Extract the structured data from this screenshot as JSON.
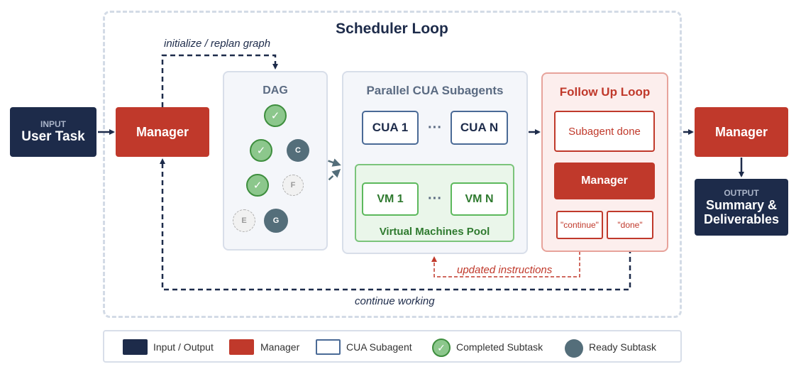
{
  "scheduler_title": "Scheduler Loop",
  "edge_labels": {
    "replan": "initialize / replan graph",
    "updated": "updated instructions",
    "continue": "continue working"
  },
  "input": {
    "caption": "INPUT",
    "label": "User Task"
  },
  "manager_left": {
    "label": "Manager"
  },
  "dag": {
    "title": "DAG",
    "nodes": [
      {
        "id": "A",
        "status": "completed",
        "label": "✓"
      },
      {
        "id": "B",
        "status": "completed",
        "label": "✓"
      },
      {
        "id": "C",
        "status": "ready",
        "label": "C"
      },
      {
        "id": "D",
        "status": "completed",
        "label": "✓"
      },
      {
        "id": "F",
        "status": "pending",
        "label": "F"
      },
      {
        "id": "E",
        "status": "pending",
        "label": "E"
      },
      {
        "id": "G",
        "status": "ready",
        "label": "G"
      }
    ]
  },
  "cua_panel": {
    "title": "Parallel CUA Subagents",
    "cua1": "CUA 1",
    "cuan": "CUA N",
    "ellipsis": "···",
    "vm1": "VM 1",
    "vmn": "VM N",
    "pool_label": "Virtual Machines Pool"
  },
  "followup": {
    "title": "Follow Up Loop",
    "subagent_done": "Subagent done",
    "manager": "Manager",
    "continue": "\"continue\"",
    "done": "\"done\""
  },
  "manager_right": {
    "label": "Manager"
  },
  "output": {
    "caption": "OUTPUT",
    "line1": "Summary &",
    "line2": "Deliverables"
  },
  "legend": {
    "io": "Input / Output",
    "manager": "Manager",
    "cua": "CUA Subagent",
    "completed": "Completed Subtask",
    "ready": "Ready Subtask",
    "check": "✓"
  },
  "colors": {
    "navy": "#1d2b4a",
    "manager_red": "#c0392b",
    "completed_green": "#8cc78c",
    "ready_slate": "#546e7a",
    "vm_green": "#5cb85c"
  }
}
